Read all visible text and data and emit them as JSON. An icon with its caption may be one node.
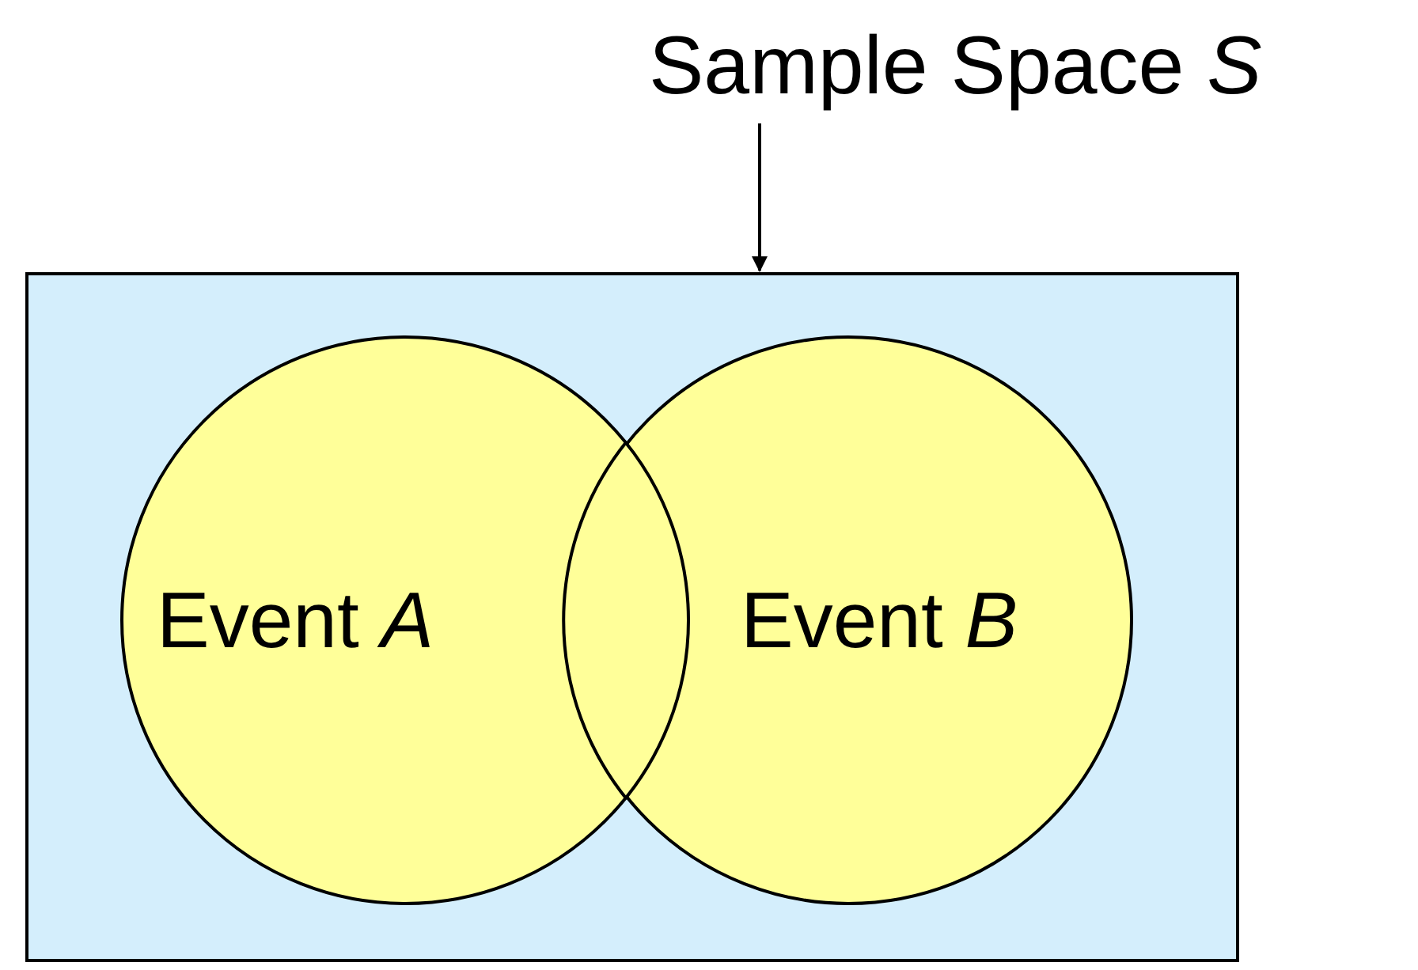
{
  "diagram": {
    "nodes": [
      {
        "text": [
          "Sample Space *S*"
        ]
      },
      {
        "text": [],
        "shape": "box"
      },
      {
        "text": [
          "Event *A*"
        ],
        "in": 1
      },
      {
        "text": [
          "Event *B*"
        ],
        "in": 1
      }
    ],
    "edges": [
      {
        "from": 0,
        "to": 1,
        "arrow": "to"
      }
    ]
  }
}
